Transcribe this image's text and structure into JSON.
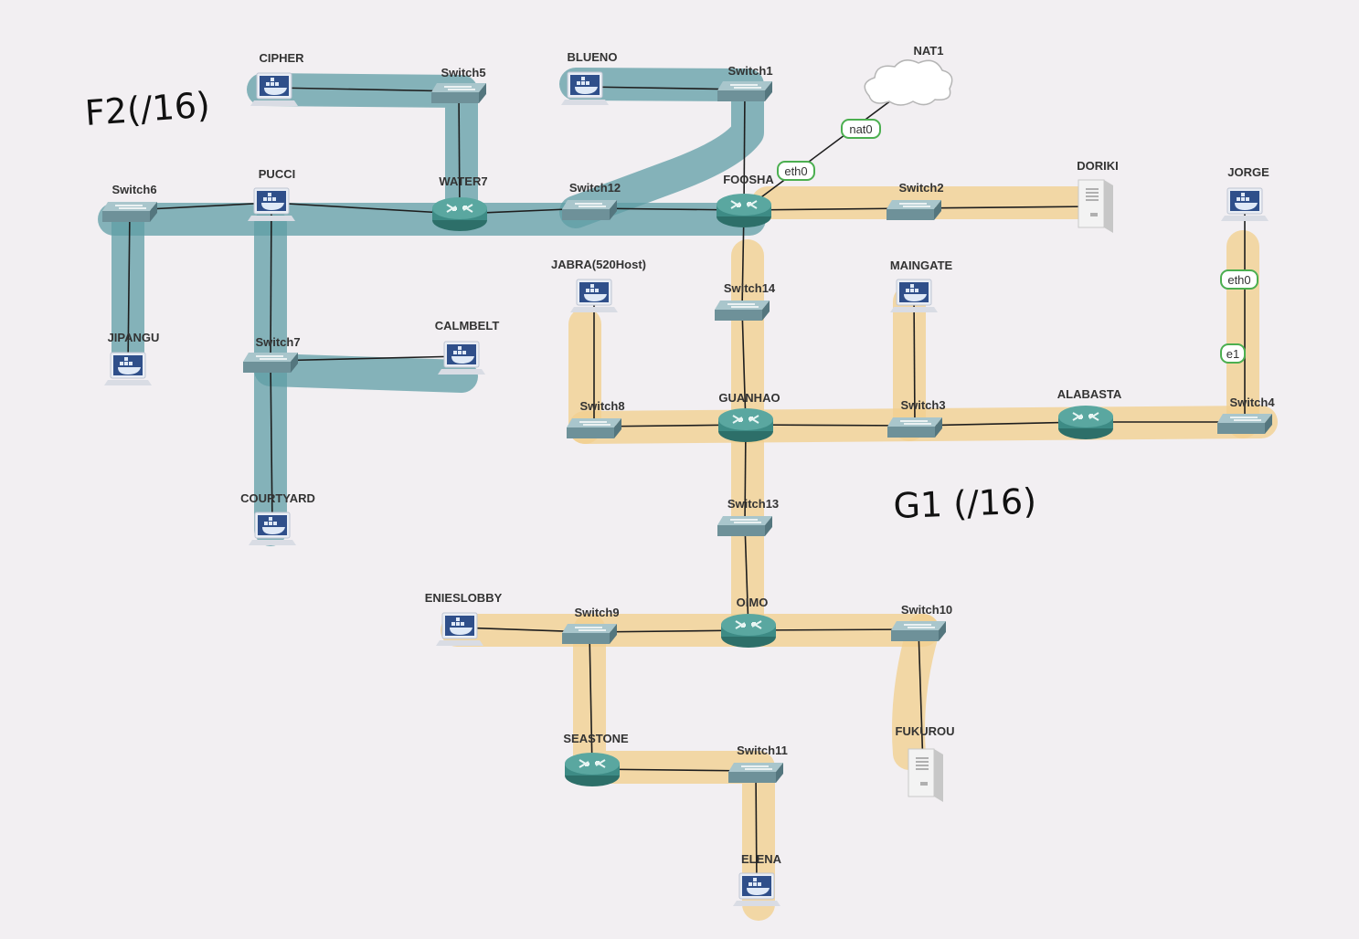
{
  "canvas": {
    "background": "#f2eff2"
  },
  "colors": {
    "link": "#1e1e1e",
    "teal_highlight": "#5f9ea6",
    "gold_highlight": "#f2cf8f",
    "router": "#3d8b85",
    "switch": "#7fa3ab",
    "iface_border": "#4caf50"
  },
  "annotations": {
    "f2": "F2(/16)",
    "g1": "G1 (/16)"
  },
  "nodes": {
    "cipher": {
      "label": "CIPHER",
      "type": "docker",
      "icon": "docker-host-icon"
    },
    "blueno": {
      "label": "BLUENO",
      "type": "docker",
      "icon": "docker-host-icon"
    },
    "switch5": {
      "label": "Switch5",
      "type": "switch",
      "icon": "switch-icon"
    },
    "switch1": {
      "label": "Switch1",
      "type": "switch",
      "icon": "switch-icon"
    },
    "nat1": {
      "label": "NAT1",
      "type": "cloud",
      "icon": "cloud-icon"
    },
    "switch6": {
      "label": "Switch6",
      "type": "switch",
      "icon": "switch-icon"
    },
    "pucci": {
      "label": "PUCCI",
      "type": "docker",
      "icon": "docker-host-icon"
    },
    "water7": {
      "label": "WATER7",
      "type": "router",
      "icon": "router-icon"
    },
    "switch12": {
      "label": "Switch12",
      "type": "switch",
      "icon": "switch-icon"
    },
    "foosha": {
      "label": "FOOSHA",
      "type": "router",
      "icon": "router-icon"
    },
    "switch2": {
      "label": "Switch2",
      "type": "switch",
      "icon": "switch-icon"
    },
    "doriki": {
      "label": "DORIKI",
      "type": "server",
      "icon": "server-icon"
    },
    "jorge": {
      "label": "JORGE",
      "type": "docker",
      "icon": "docker-host-icon"
    },
    "jabra": {
      "label": "JABRA(520Host)",
      "type": "docker",
      "icon": "docker-host-icon"
    },
    "switch14": {
      "label": "Switch14",
      "type": "switch",
      "icon": "switch-icon"
    },
    "maingate": {
      "label": "MAINGATE",
      "type": "docker",
      "icon": "docker-host-icon"
    },
    "jipangu": {
      "label": "JIPANGU",
      "type": "docker",
      "icon": "docker-host-icon"
    },
    "switch7": {
      "label": "Switch7",
      "type": "switch",
      "icon": "switch-icon"
    },
    "calmbelt": {
      "label": "CALMBELT",
      "type": "docker",
      "icon": "docker-host-icon"
    },
    "switch8": {
      "label": "Switch8",
      "type": "switch",
      "icon": "switch-icon"
    },
    "guanhao": {
      "label": "GUANHAO",
      "type": "router",
      "icon": "router-icon"
    },
    "switch3": {
      "label": "Switch3",
      "type": "switch",
      "icon": "switch-icon"
    },
    "alabasta": {
      "label": "ALABASTA",
      "type": "router",
      "icon": "router-icon"
    },
    "switch4": {
      "label": "Switch4",
      "type": "switch",
      "icon": "switch-icon"
    },
    "courtyard": {
      "label": "COURTYARD",
      "type": "docker",
      "icon": "docker-host-icon"
    },
    "switch13": {
      "label": "Switch13",
      "type": "switch",
      "icon": "switch-icon"
    },
    "enieslobby": {
      "label": "ENIESLOBBY",
      "type": "docker",
      "icon": "docker-host-icon"
    },
    "switch9": {
      "label": "Switch9",
      "type": "switch",
      "icon": "switch-icon"
    },
    "oimo": {
      "label": "OIMO",
      "type": "router",
      "icon": "router-icon"
    },
    "switch10": {
      "label": "Switch10",
      "type": "switch",
      "icon": "switch-icon"
    },
    "seastone": {
      "label": "SEASTONE",
      "type": "router",
      "icon": "router-icon"
    },
    "switch11": {
      "label": "Switch11",
      "type": "switch",
      "icon": "switch-icon"
    },
    "fukurou": {
      "label": "FUKUROU",
      "type": "server",
      "icon": "server-icon"
    },
    "elena": {
      "label": "ELENA",
      "type": "docker",
      "icon": "docker-host-icon"
    }
  },
  "links": [
    [
      "cipher",
      "switch5"
    ],
    [
      "switch5",
      "water7"
    ],
    [
      "blueno",
      "switch1"
    ],
    [
      "switch1",
      "foosha"
    ],
    [
      "switch6",
      "pucci"
    ],
    [
      "pucci",
      "water7"
    ],
    [
      "water7",
      "switch12"
    ],
    [
      "switch12",
      "foosha"
    ],
    [
      "switch6",
      "jipangu"
    ],
    [
      "pucci",
      "switch7"
    ],
    [
      "switch7",
      "calmbelt"
    ],
    [
      "switch7",
      "courtyard"
    ],
    [
      "foosha",
      "nat1"
    ],
    [
      "foosha",
      "switch2"
    ],
    [
      "switch2",
      "doriki"
    ],
    [
      "foosha",
      "switch14"
    ],
    [
      "switch14",
      "guanhao"
    ],
    [
      "jabra",
      "switch8"
    ],
    [
      "switch8",
      "guanhao"
    ],
    [
      "guanhao",
      "switch3"
    ],
    [
      "maingate",
      "switch3"
    ],
    [
      "switch3",
      "alabasta"
    ],
    [
      "alabasta",
      "switch4"
    ],
    [
      "jorge",
      "switch4"
    ],
    [
      "guanhao",
      "switch13"
    ],
    [
      "switch13",
      "oimo"
    ],
    [
      "enieslobby",
      "switch9"
    ],
    [
      "switch9",
      "oimo"
    ],
    [
      "oimo",
      "switch10"
    ],
    [
      "switch10",
      "fukurou"
    ],
    [
      "switch9",
      "seastone"
    ],
    [
      "seastone",
      "switch11"
    ],
    [
      "switch11",
      "elena"
    ]
  ],
  "interfaces": [
    {
      "id": "foosha-nat0",
      "label": "nat0"
    },
    {
      "id": "foosha-eth0",
      "label": "eth0"
    },
    {
      "id": "jorge-eth0",
      "label": "eth0"
    },
    {
      "id": "switch4-e1",
      "label": "e1"
    }
  ]
}
